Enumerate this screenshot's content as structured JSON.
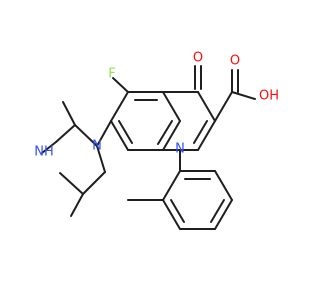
{
  "diagram": {
    "type": "chemical-structure",
    "atom_labels": {
      "fluorine": "F",
      "ketone_oxygen": "O",
      "hydroxyl": "OH",
      "carbonyl_oxygen": "O",
      "quinoline_nitrogen": "N",
      "piperazine_nitrogen": "N",
      "piperazine_nh": "NH"
    },
    "colors": {
      "bond": "#1f1f1f",
      "oxygen": "#ff0d0d",
      "nitrogen": "#3050f8",
      "fluorine": "#90e050"
    }
  }
}
